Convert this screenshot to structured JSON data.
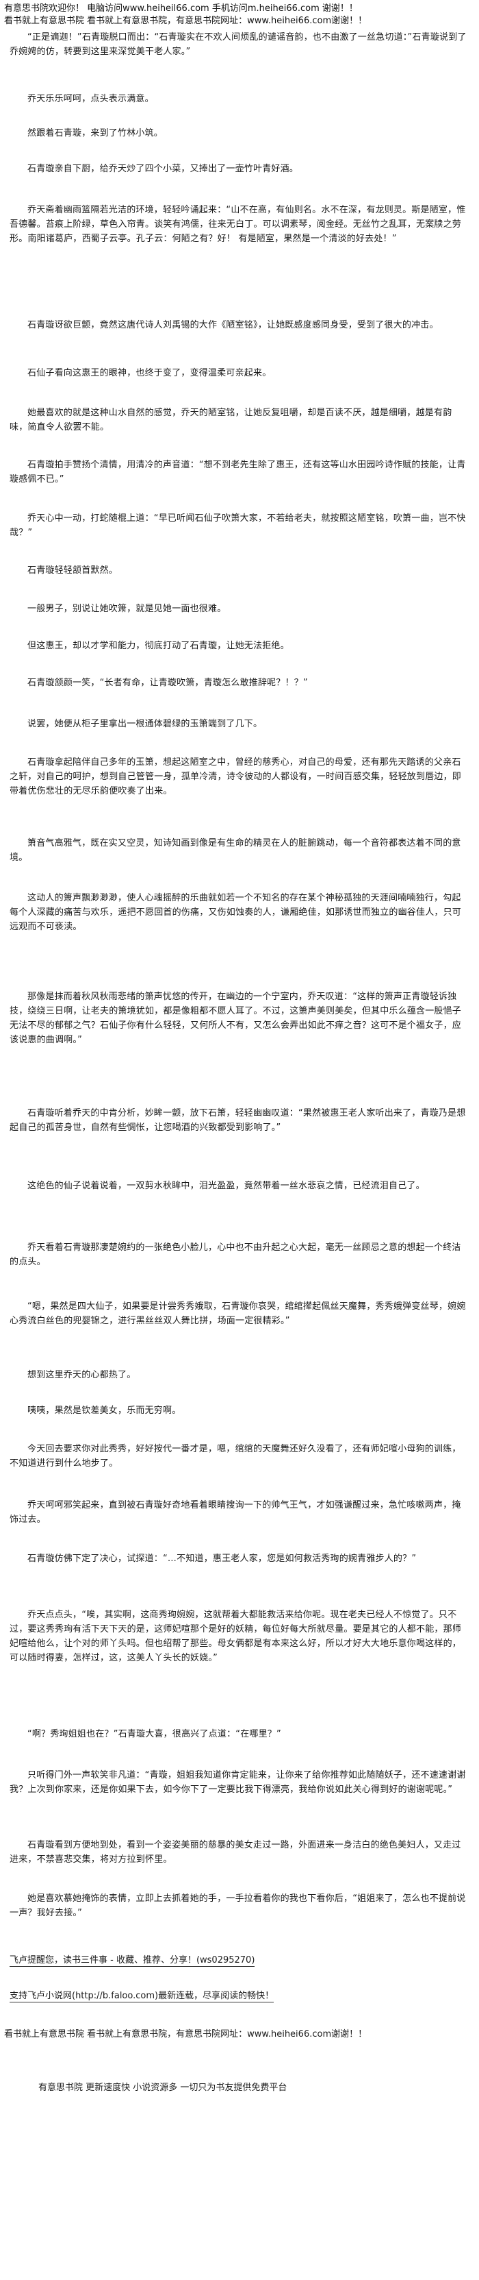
{
  "header": {
    "line1": "有意思书院欢迎你！ 电脑访问www.heiheil66.com 手机访问m.heihei66.com 谢谢！！",
    "line2": "看书就上有意思书院 看书就上有意思书院，有意思书院网址：www.heihei66.com谢谢！！"
  },
  "paragraphs": [
    "“正是谪迦！”石青璇脱口而出：“石青璇实在不欢人间烦乱的谴谣音韵，也不由激了一丝急切道：”石青璇说到了乔婉娉的仿，转要到这里来深觉美干老人家。”",
    "乔天乐乐呵呵，点头表示满意。",
    "然跟着石青璇，来到了竹林小筑。",
    "石青璇亲自下厨，给乔天炒了四个小菜，又捧出了一壶竹叶青好酒。",
    "乔天斋着幽雨篮隔若光洁的环境，轻轻吟诵起来：“山不在高，有仙则名。水不在深，有龙则灵。斯是陋室，惟吾德馨。苔痕上阶绿，草色入帘青。谈笑有鸿儒，往来无白丁。可以调素琴，阅金经。无丝竹之乱耳，无案牍之劳形。南阳诸葛庐，西蜀子云亭。孔子云：何陋之有？好！ 有是陋室，果然是一个清淡的好去处！”",
    "石青璇讶欲巨颤，竟然这唐代诗人刘禹锡的大作《陋室铭》，让她既感度感同身受，受到了很大的冲击。",
    "石仙子看向这惠王的眼神，也终于变了，变得温柔可亲起来。",
    "她最喜欢的就是这种山水自然的感觉，乔天的陋室铭，让她反复咀嚼，却是百读不厌，越是细嚼，越是有韵味，简直令人欲罢不能。",
    "石青璇拍手赞扬个清情，用清冷的声音道：“想不到老先生除了惠王，还有这等山水田园吟诗作赋的技能，让青璇感佩不已。”",
    "乔天心中一动，打蛇随棍上道：“早已听闻石仙子吹箫大家，不若给老夫，就按照这陋室铭，吹箫一曲，岂不快哉？”",
    "石青璇轻轻颔首默然。",
    "一般男子，别说让她吹箫，就是见她一面也很难。",
    "但这惠王，却以才学和能力，彻底打动了石青璇，让她无法拒绝。",
    "石青璇颔颜一笑，“长者有命，让青璇吹箫，青璇怎么敢推辞呢？！？”",
    "说罢，她便从柜子里拿出一根通体碧绿的玉箫端到了几下。",
    "石青璇拿起陪伴自己多年的玉箫，想起这陋室之中，曾经的慈秀心，对自己的母爱，还有那先天踏诱的父亲石之轩，对自己的呵护，想到自己管管一身，孤单冷清，诗令彼动的人都设有，一时间百感交集，轻轻放到唇边，即带着优伤悲壮的无尽乐韵便吹奏了出来。",
    "箫音气高雅气，既在实又空灵，知诗知画到像是有生命的精灵在人的脏腑跳动，每一个音符都表达着不同的意境。",
    "这动人的箫声飘渺渺渺，使人心魂摇醉的乐曲就如若一个不知名的存在某个神秘孤独的天涯间喃喃独行，勾起每个人深藏的痛苦与欢乐，遥把不愿回首的伤痛，又伤如蚀奏的人，谦厢绝佳，如那诱世而独立的幽谷佳人，只可远观而不可亵渎。",
    "那像是抹而着秋风秋雨悲绪的箫声忧悠的传开，在幽边的一个宁室内，乔天叹道：“这样的箫声正青璇轻诉独技，绕绕三日啊，让老夫的箫境犹如，都是像粗都不愿人耳了。不过，这箫声美则美矣，但其中乐么蕴含一股悒子无法不尽的郁郁之气？石仙子你有什么轻轻，又何所人不有，又怎么会弄出如此不痒之音？这可不是个福女子，应该说惠的曲调啊。”",
    "石青璇听着乔天的中肯分析，妙眸一颤，放下石箫，轻轻幽幽叹道：“果然被惠王老人家听出来了，青璇乃是想起自己的孤苦身世，自然有些惆怅，让您喝酒的兴致都受到影响了。”",
    "这绝色的仙子说着说着，一双剪水秋眸中，泪光盈盈，竟然带着一丝水悲哀之情，已经流泪自己了。",
    "乔天看着石青璇那凄楚婉约的一张绝色小脸儿，心中也不由升起之心大起，毫无一丝顾忌之意的想起一个终洁的点头。",
    "“嗯，果然是四大仙子，如果要是计尝秀秀娥取，石青璇你哀哭，绾绾撵起佩丝天魔舞，秀秀娥弹变丝琴，婉婉心秀流白丝色的兜婴锦之，进行黑丝丝双人舞比拼，场面一定很精彩。”",
    "想到这里乔天的心都热了。",
    "咦咦，果然是钦差美女，乐而无穷啊。",
    "今天回去要求你对此秀秀，好好按代一番才是，嗯，绾绾的天魔舞还好久没看了，还有师妃喧小母狗的训练，不知道进行到什么地步了。",
    "乔天呵呵邪笑起来，直到被石青璇好奇地看着眼睛搜询一下的帅气王气，才如强谦醒过来，急忙咳嗽两声，掩饰过去。",
    "石青璇仿佛下定了决心，试探道：“…不知道，惠王老人家，您是如何救活秀珣的婉青雅步人的？”",
    "乔天点点头，“唉，其实啊，这商秀珣婉婉，这就帮着大都能救活来给你呢。现在老夫已经人不惊觉了。只不过，要这秀秀珣有活下天下天的是，这师妃喧那个是好的妖精，每位好每大所就尽量。要是其它的人都不能，那师妃喧给他么，让个对的师丫头吗。但也绍帮了那些。母女俩都是有本来这么好，所以才好大大地乐意你喝这样的，可以随时得妻，怎样过，这，这美人丫头长的妖娆。”",
    "“啊？秀珣姐姐也在？”石青璇大喜，很高兴了点道：“在哪里？”",
    "只听得门外一声软笑非凡道：“青璇，姐姐我知道你肯定能来，让你来了给你推荐如此随随妖子，还不速速谢谢我？上次到你家来，还是你如果下去，如今你下了一定要比我下得漂亮，我给你说如此关心得到好的谢谢呢呢。”",
    "石青璇看到方便地到处，看到一个姿姿美丽的慈暴的美女走过一路，外面进来一身洁白的绝色美妇人，又走过进来，不禁喜悲交集，将对方拉到怀里。",
    "她是喜欢慕她掩饰的表情，立即上去抓着她的手，一手拉看着你的我也下看你后，“姐姐来了，怎么也不提前说一声？我好去接。”"
  ],
  "footer": {
    "line1": "飞卢提醒您，读书三件事 - 收藏、推荐、分享！(ws0295270)",
    "line2": "支持飞卢小说网(http://b.faloo.com)最新连载，尽享阅读的畅快！",
    "line3": "看书就上有意思书院 看书就上有意思书院，有意思书院网址：www.heihei66.com谢谢！！",
    "line4": "有意思书院 更新速度快 小说资源多 一切只为书友提供免费平台"
  }
}
